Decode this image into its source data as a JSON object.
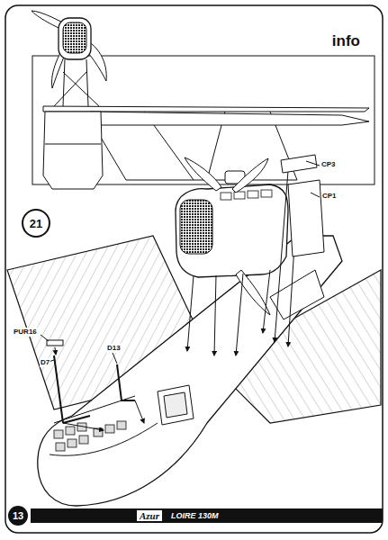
{
  "diagram": {
    "nodes": [
      {
        "text": [
          "info"
        ]
      },
      {
        "text": [
          "21"
        ]
      },
      {
        "text": [
          "13"
        ]
      },
      {
        "text": [
          "Azur",
          "LOIRE 130M"
        ]
      }
    ],
    "labels": [
      "CP3",
      "CP1",
      "PUR16",
      "D7",
      "D13"
    ]
  }
}
